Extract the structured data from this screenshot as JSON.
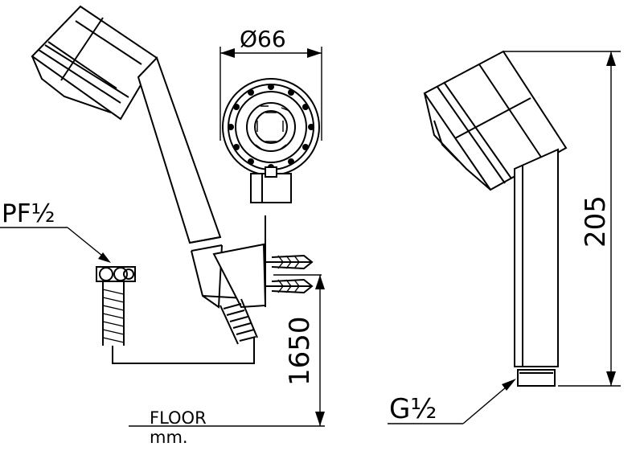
{
  "drawing": {
    "labels": {
      "pf_thread": "PF½",
      "g_thread": "G½",
      "diameter": "Ø66",
      "height_mount": "1650",
      "length_handle": "205",
      "floor": "FLOOR",
      "unit": "mm."
    }
  }
}
